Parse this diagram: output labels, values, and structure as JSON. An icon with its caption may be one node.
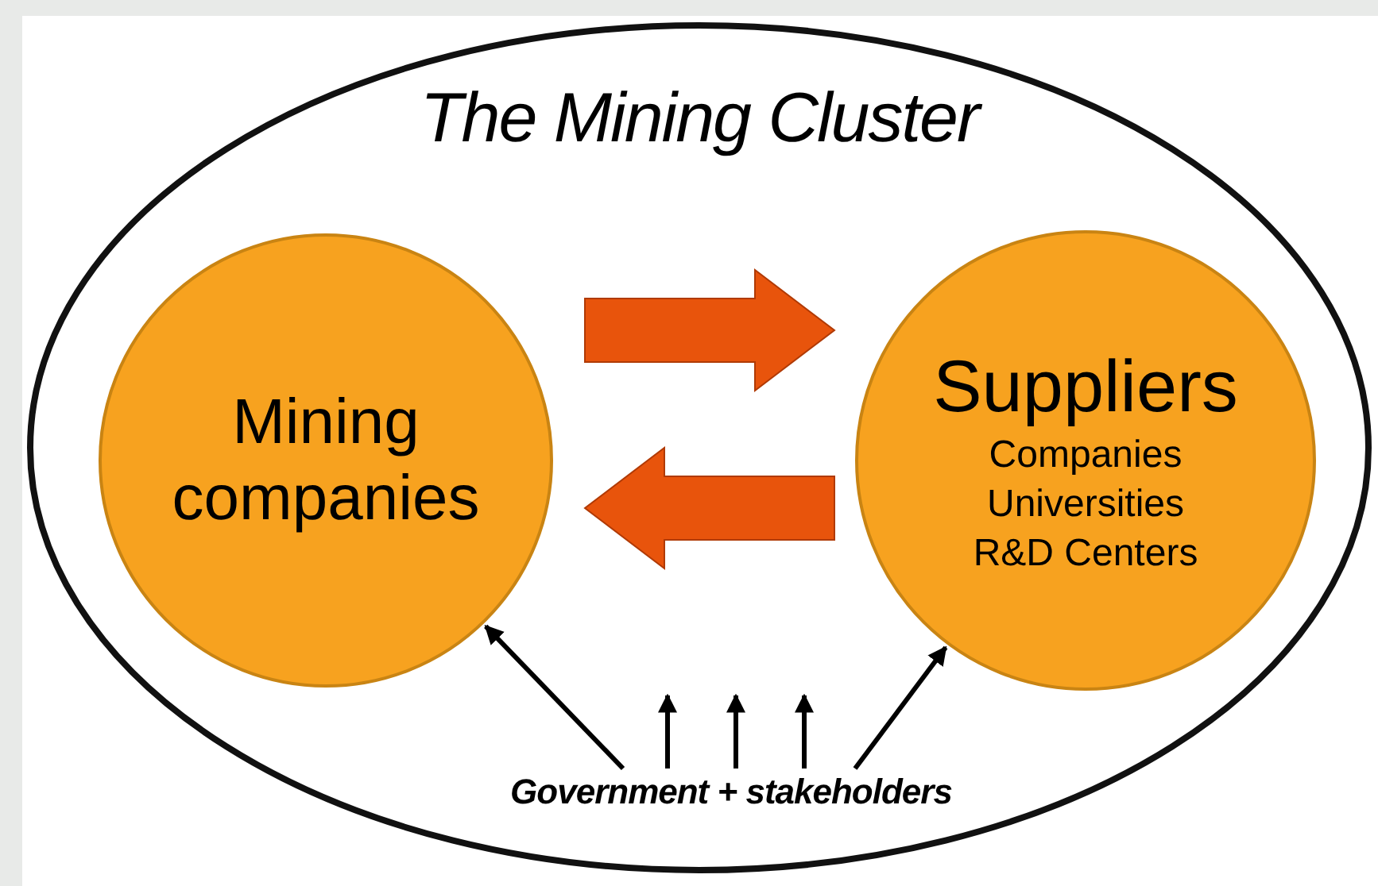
{
  "diagram": {
    "nodes": [
      {
        "text": [
          "The Mining Cluster"
        ]
      },
      {
        "text": [
          "Mining companies"
        ],
        "in": 0
      },
      {
        "text": [
          "Suppliers",
          "Companies",
          "Universities",
          "R&D Centers"
        ],
        "in": 0
      },
      {
        "text": [
          "Government + stakeholders"
        ],
        "in": 0
      }
    ],
    "edges": [
      {
        "from": 1,
        "to": 2,
        "arrow": "to",
        "style": "thick",
        "color": "#e8540c"
      },
      {
        "from": 2,
        "to": 1,
        "arrow": "to",
        "style": "thick",
        "color": "#e8540c"
      },
      {
        "from": 3,
        "to": 1,
        "arrow": "to"
      },
      {
        "from": 3,
        "to": null,
        "arrow": "to"
      },
      {
        "from": 3,
        "to": null,
        "arrow": "to"
      },
      {
        "from": 3,
        "to": null,
        "arrow": "to"
      },
      {
        "from": 3,
        "to": 2,
        "arrow": "to"
      }
    ]
  }
}
